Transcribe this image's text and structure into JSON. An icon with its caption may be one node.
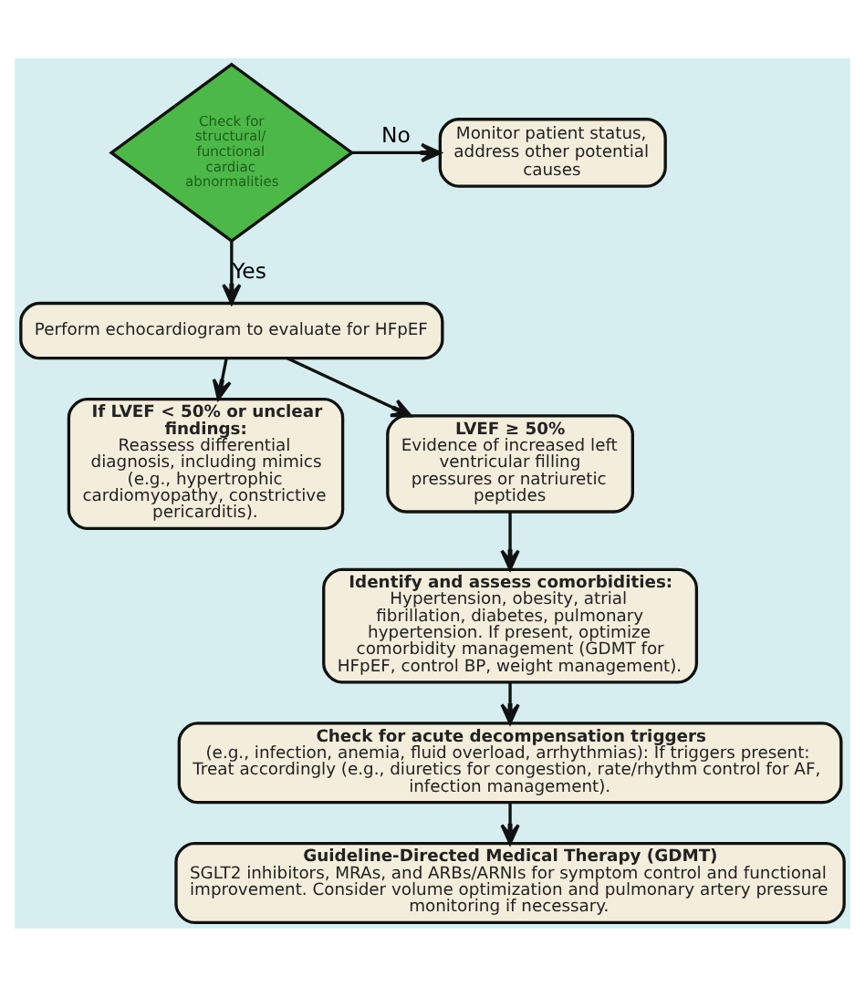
{
  "diagram": {
    "nodes": [
      {
        "text": [
          "Check for structural/ functional cardiac abnormalities"
        ]
      },
      {
        "text": [
          "Monitor patient status, address other potential causes"
        ]
      },
      {
        "text": [
          "Perform echocardiogram to evaluate for HFpEF"
        ]
      },
      {
        "text": [
          "If LVEF < 50% or unclear findings:",
          "Reassess differential diagnosis, including mimics (e.g., hypertrophic cardiomyopathy, constrictive pericarditis)."
        ]
      },
      {
        "text": [
          "LVEF ≥ 50%",
          "Evidence of increased left ventricular filling pressures or natriuretic peptides"
        ]
      },
      {
        "text": [
          "Identify and assess comorbidities:",
          "Hypertension, obesity, atrial fibrillation, diabetes, pulmonary hypertension. If present, optimize comorbidity management (GDMT for HFpEF, control BP, weight management)."
        ]
      },
      {
        "text": [
          "Check for acute decompensation triggers",
          "(e.g., infection, anemia, fluid overload, arrhythmias): If triggers present: Treat accordingly (e.g., diuretics for congestion, rate/rhythm control for AF, infection management)."
        ]
      },
      {
        "text": [
          "Guideline-Directed Medical Therapy (GDMT)",
          "SGLT2 inhibitors, MRAs, and ARBs/ARNIs for symptom control and functional improvement. Consider volume optimization and pulmonary artery pressure monitoring if necessary."
        ]
      }
    ],
    "edges": [
      {
        "from": 0,
        "to": 1,
        "arrow": "to",
        "label": "No"
      },
      {
        "from": 0,
        "to": 2,
        "arrow": "to",
        "label": "Yes"
      },
      {
        "from": 2,
        "to": 3,
        "arrow": "to"
      },
      {
        "from": 2,
        "to": 4,
        "arrow": "to"
      },
      {
        "from": 4,
        "to": 5,
        "arrow": "to"
      },
      {
        "from": 5,
        "to": 6,
        "arrow": "to"
      },
      {
        "from": 6,
        "to": 7,
        "arrow": "to"
      }
    ]
  }
}
